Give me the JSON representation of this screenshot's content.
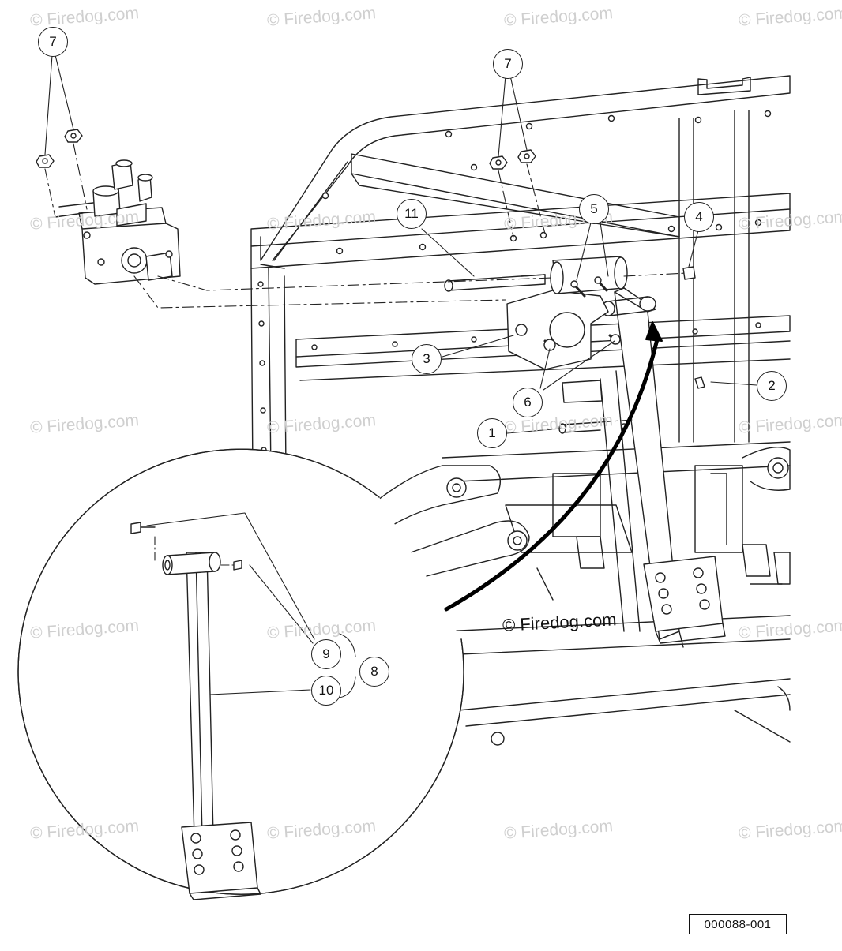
{
  "watermark_text": "© Firedog.com",
  "center_watermark": "© Firedog.com",
  "figure_id": "000088-001",
  "callouts": [
    {
      "id": "c7a",
      "label": "7"
    },
    {
      "id": "c7b",
      "label": "7"
    },
    {
      "id": "c11",
      "label": "11"
    },
    {
      "id": "c5",
      "label": "5"
    },
    {
      "id": "c4",
      "label": "4"
    },
    {
      "id": "c3",
      "label": "3"
    },
    {
      "id": "c2",
      "label": "2"
    },
    {
      "id": "c6",
      "label": "6"
    },
    {
      "id": "c1",
      "label": "1"
    },
    {
      "id": "c9",
      "label": "9"
    },
    {
      "id": "c8",
      "label": "8"
    },
    {
      "id": "c10",
      "label": "10"
    }
  ]
}
